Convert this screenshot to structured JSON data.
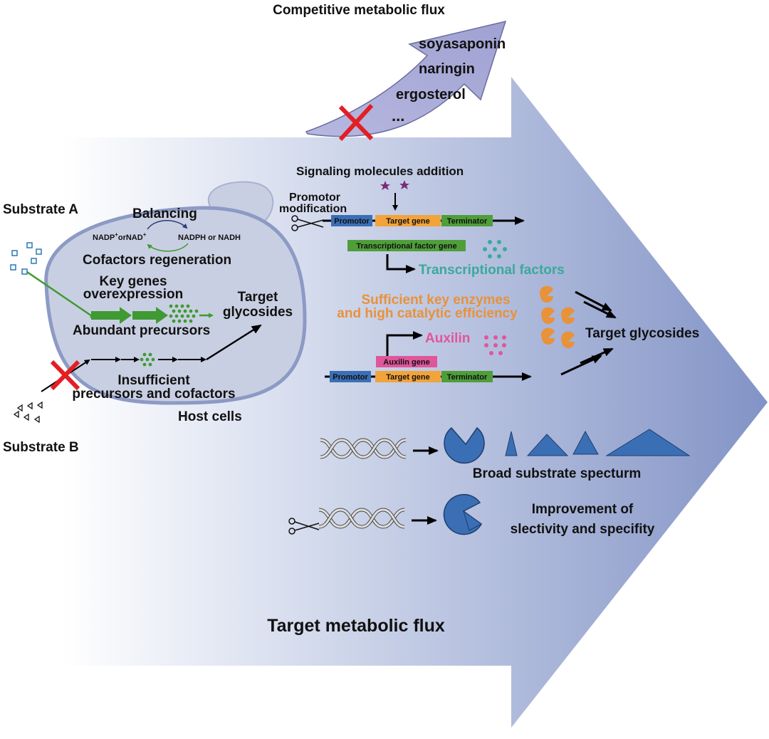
{
  "colors": {
    "arrow_light": "#ffffff",
    "arrow_dark": "#8293c6",
    "cell_fill": "#c9cfe2",
    "cell_stroke": "#8c9ac4",
    "green": "#3f9a33",
    "teal": "#3ba99b",
    "orange": "#e8923a",
    "pink": "#e0569a",
    "purple": "#7b2a78",
    "blue_shape": "#3a6fb5",
    "promotor": "#3a6fb5",
    "target_gene": "#f2a33a",
    "terminator": "#4f9e3a",
    "curved_arrow": "#a7a8d6",
    "red_x": "#e31e24",
    "substrate_a": "#2a78b8"
  },
  "competitive": {
    "title": "Competitive metabolic flux",
    "products": [
      "soyasaponin",
      "naringin",
      "ergosterol",
      "..."
    ]
  },
  "cell": {
    "substrate_a": "Substrate A",
    "substrate_b": "Substrate B",
    "balancing": "Balancing",
    "nadp": "NADP",
    "nadp_sup": "+",
    "or": "or",
    "nad": "NAD",
    "nad_sup": "+",
    "nadph": "NADPH or NADH",
    "cofactors_regeneration": "Cofactors regeneration",
    "key_genes_1": "Key genes",
    "key_genes_2": "overexpression",
    "abundant_precursors": "Abundant precursors",
    "target_1": "Target",
    "target_2": "glycosides",
    "insufficient_1": "Insufficient",
    "insufficient_2": "precursors and cofactors",
    "host_cells": "Host cells"
  },
  "genetics": {
    "signaling": "Signaling molecules addition",
    "promotor_mod_1": "Promotor",
    "promotor_mod_2": "modification",
    "promotor": "Promotor",
    "target_gene": "Target gene",
    "terminator": "Terminator",
    "tf_gene": "Transcriptional factor gene",
    "transcriptional_factors": "Transcriptional factors",
    "sufficient_1": "Sufficient key enzymes",
    "sufficient_2": "and high catalytic efficiency",
    "auxilin": "Auxilin",
    "auxilin_gene": "Auxilin gene",
    "target_glycosides": "Target glycosides"
  },
  "enzyme": {
    "broad": "Broad substrate specturm",
    "improvement_1": "Improvement of",
    "improvement_2": "slectivity and specifity"
  },
  "main_label": "Target metabolic flux"
}
